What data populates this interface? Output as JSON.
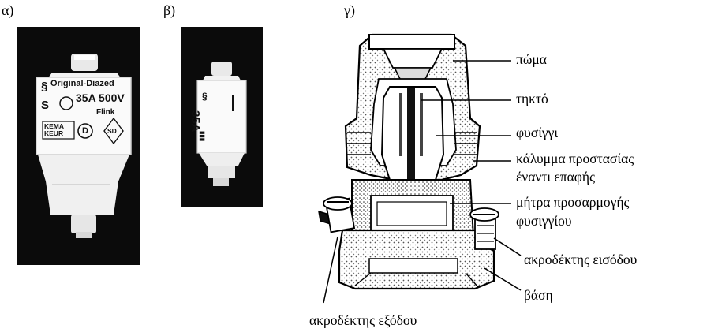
{
  "panels": {
    "a": "α)",
    "b": "β)",
    "c": "γ)"
  },
  "fuse_a_label": {
    "line1": "Original-Diazed",
    "line2": "35A 500V",
    "line3": "Flink",
    "mark1": "KEMA KEUR",
    "mark2": "D",
    "mark3": "SD"
  },
  "fuse_b_label": {
    "rating": "35A"
  },
  "callouts": {
    "cap": "πώμα",
    "fuse_element": "τηκτό",
    "cartridge": "φυσίγγι",
    "cover_line1": "κάλυμμα προστασίας",
    "cover_line2": "έναντι επαφής",
    "gauge_line1": "μήτρα προσαρμογής",
    "gauge_line2": "φυσιγγίου",
    "input_terminal": "ακροδέκτης εισόδου",
    "base": "βάση",
    "output_terminal": "ακροδέκτης εξόδου"
  }
}
